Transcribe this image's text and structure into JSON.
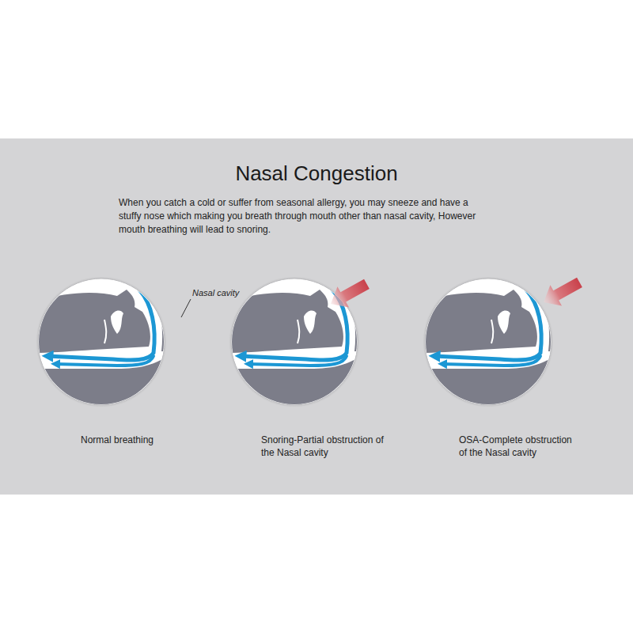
{
  "diagram": {
    "title": "Nasal Congestion",
    "nodes": [
      {
        "text": [
          "Normal breathing"
        ]
      },
      {
        "text": [
          "Snoring-Partial obstruction of the Nasal cavity"
        ]
      },
      {
        "text": [
          "OSA-Complete obstruction of the Nasal cavity"
        ]
      }
    ],
    "labels": [
      "When you catch a cold or suffer from seasonal allergy, you may sneeze and have a stuffy nose which making you breath through mouth other than nasal cavity, However mouth breathing will lead to snoring.",
      "Nasal cavity"
    ]
  }
}
